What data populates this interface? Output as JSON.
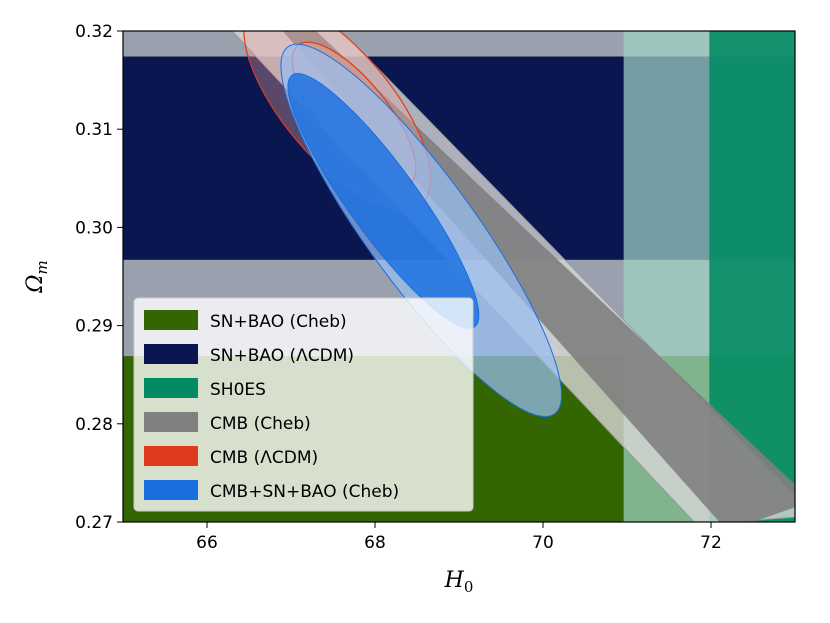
{
  "chart_data": {
    "type": "contour",
    "title": "",
    "xlabel": "H",
    "xlabel_sub": "0",
    "ylabel": "Ω",
    "ylabel_sub": "m",
    "xlim": [
      65,
      73
    ],
    "ylim": [
      0.27,
      0.32
    ],
    "xticks": [
      66,
      68,
      70,
      72
    ],
    "yticks": [
      0.27,
      0.28,
      0.29,
      0.3,
      0.31,
      0.32
    ],
    "xtick_labels": [
      "66",
      "68",
      "70",
      "72"
    ],
    "ytick_labels": [
      "0.27",
      "0.28",
      "0.29",
      "0.30",
      "0.31",
      "0.32"
    ],
    "grid": false,
    "legend_position": "lower-left",
    "series": [
      {
        "name": "SN+BAO (Cheb)",
        "color": "#336600",
        "kind": "horizontal-band",
        "region_1sigma": {
          "y_from": 0.27,
          "y_to": 0.2869
        }
      },
      {
        "name": "SN+BAO (ΛCDM)",
        "color": "#0a1650",
        "kind": "horizontal-band",
        "region_1sigma": {
          "y_from": 0.2967,
          "y_to": 0.3174
        },
        "region_2sigma": {
          "y_from": 0.2869,
          "y_to": 0.32
        }
      },
      {
        "name": "SH0ES",
        "color": "#008b62",
        "kind": "vertical-band",
        "region_1sigma": {
          "x_from": 71.98,
          "x_to": 73.0
        },
        "region_2sigma": {
          "x_from": 70.96,
          "x_to": 73.0
        }
      },
      {
        "name": "CMB (Cheb)",
        "color": "#808080",
        "kind": "diagonal-band",
        "region_1sigma": [
          [
            66.9,
            0.32
          ],
          [
            67.3,
            0.32
          ],
          [
            73.0,
            0.2738
          ],
          [
            73.0,
            0.2715
          ],
          [
            72.5,
            0.27
          ],
          [
            72.1,
            0.27
          ]
        ],
        "region_2sigma": [
          [
            66.3,
            0.32
          ],
          [
            67.6,
            0.32
          ],
          [
            73.0,
            0.2727
          ],
          [
            73.0,
            0.2705
          ],
          [
            72.25,
            0.27
          ],
          [
            71.8,
            0.27
          ]
        ]
      },
      {
        "name": "CMB (ΛCDM)",
        "color": "#e03a1e",
        "kind": "ellipse",
        "region_1sigma": {
          "cx": 67.75,
          "cy": 0.3115,
          "rx": 1.06,
          "ry": 0.0034,
          "angle_deg": 51
        },
        "region_2sigma": {
          "cx": 67.55,
          "cy": 0.3125,
          "rx": 1.55,
          "ry": 0.0055,
          "angle_deg": 50
        }
      },
      {
        "name": "CMB+SN+BAO (Cheb)",
        "color": "#1a6fe0",
        "kind": "ellipse",
        "region_1sigma": {
          "cx": 68.1,
          "cy": 0.3027,
          "rx": 1.85,
          "ry": 0.0035,
          "angle_deg": 54
        },
        "region_2sigma": {
          "cx": 68.55,
          "cy": 0.2997,
          "rx": 2.7,
          "ry": 0.0055,
          "angle_deg": 54
        }
      }
    ]
  }
}
